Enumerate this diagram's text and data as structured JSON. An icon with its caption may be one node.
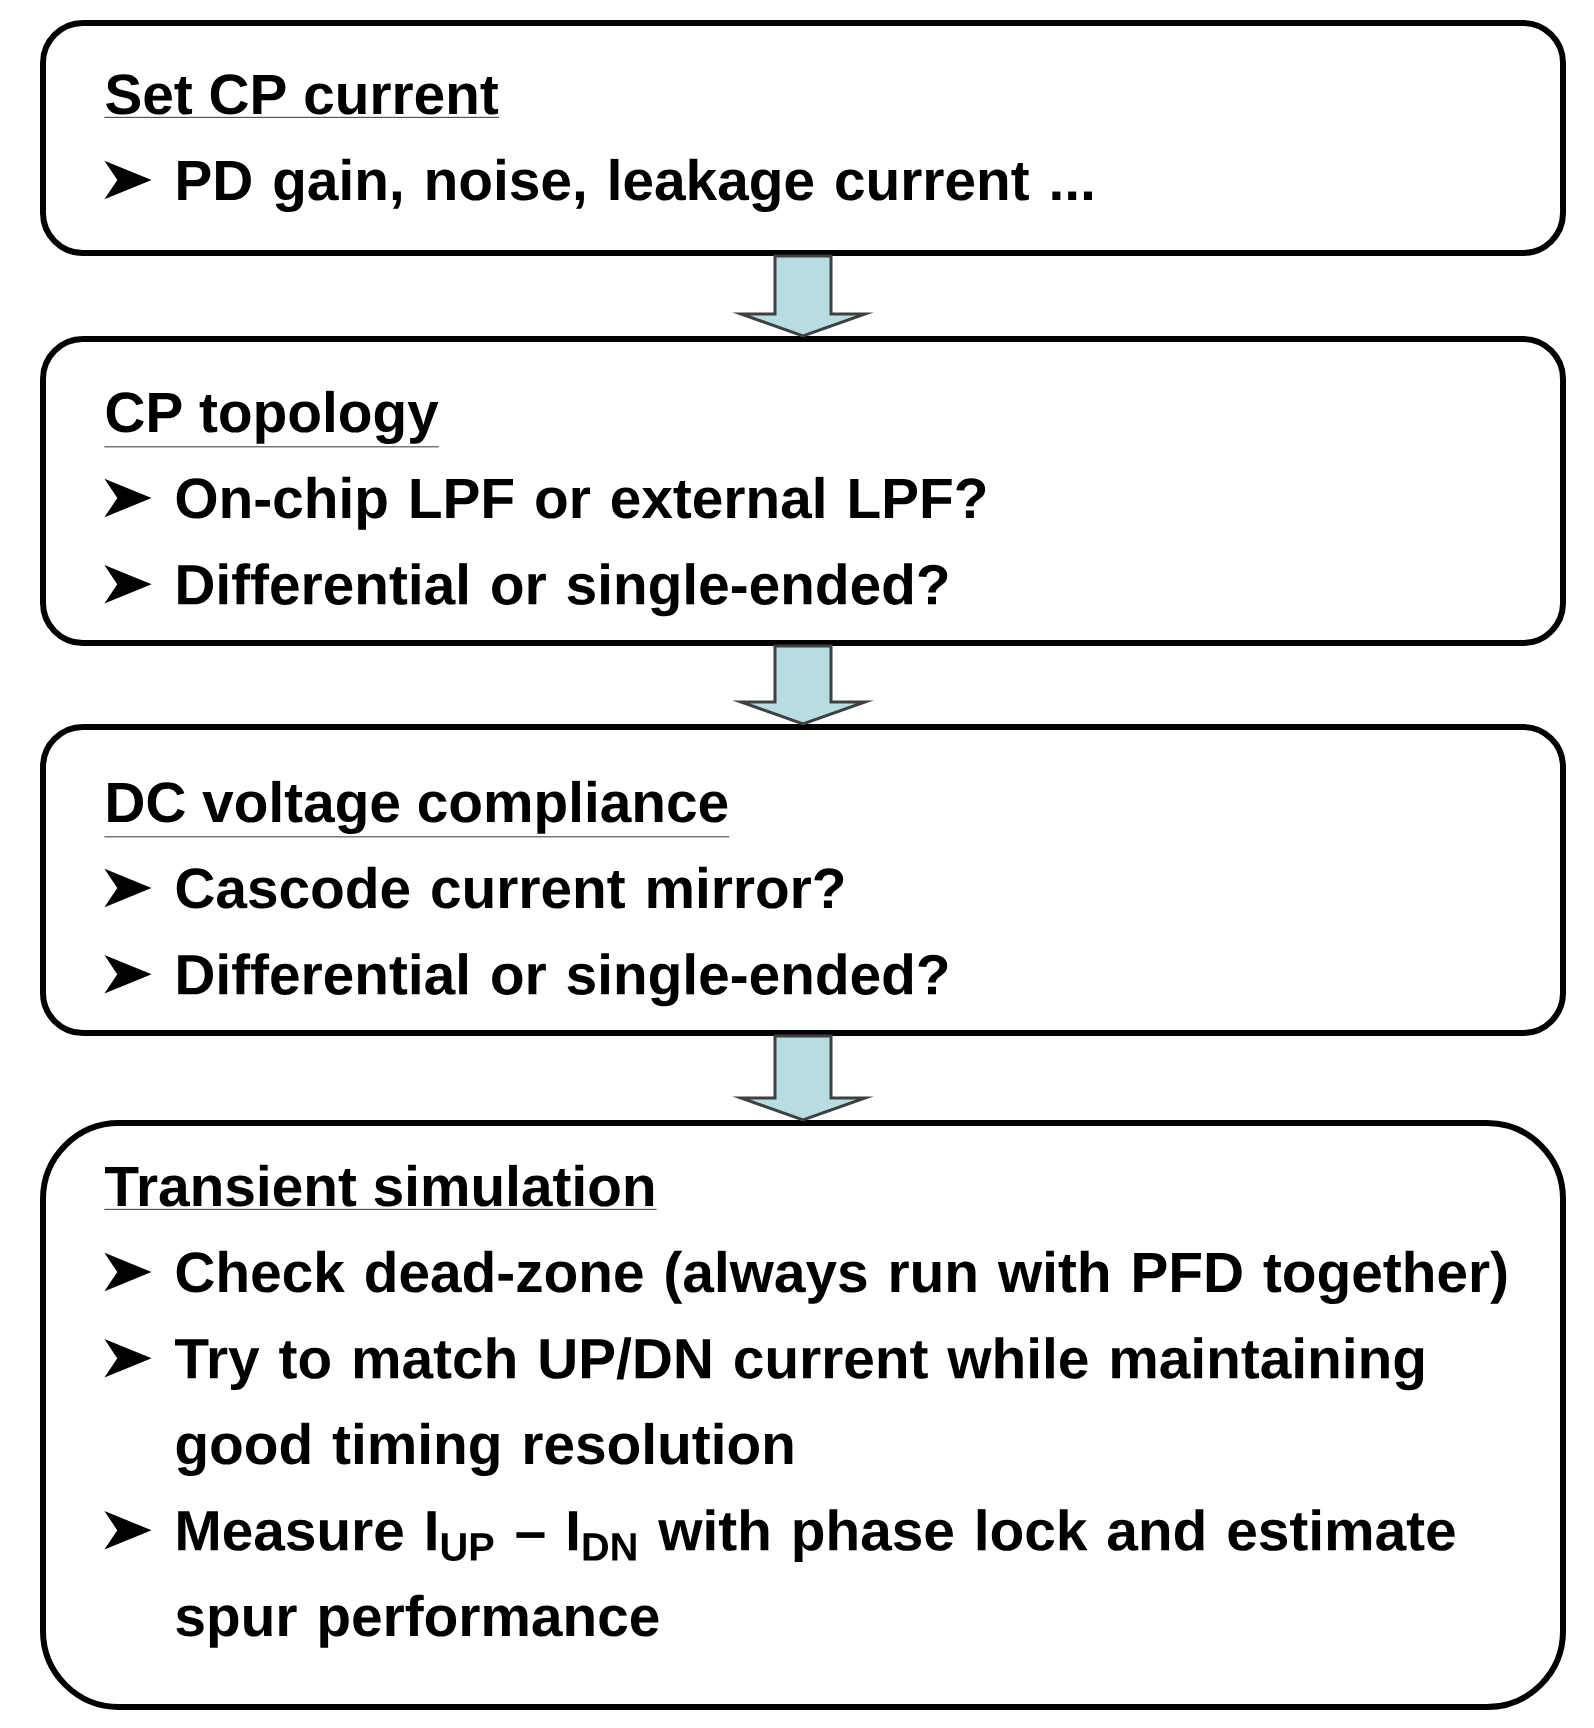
{
  "diagram": {
    "nodes": [
      {
        "text": [
          "Set CP current",
          "PD gain, noise, leakage current ..."
        ]
      },
      {
        "text": [
          "CP topology",
          "On-chip LPF or external LPF?",
          "Differential or single-ended?"
        ]
      },
      {
        "text": [
          "DC voltage compliance",
          "Cascode current mirror?",
          "Differential or single-ended?"
        ]
      },
      {
        "text": [
          "Transient simulation",
          "Check dead-zone (always run with PFD together)",
          "Try to match UP/DN current while maintaining good timing resolution",
          "Measure I$_{UP}$ – I$_{DN}$ with phase lock and estimate spur performance"
        ]
      }
    ],
    "edges": [
      {
        "from": 0,
        "to": 1,
        "arrow": "to"
      },
      {
        "from": 1,
        "to": 2,
        "arrow": "to"
      },
      {
        "from": 2,
        "to": 3,
        "arrow": "to"
      }
    ]
  }
}
